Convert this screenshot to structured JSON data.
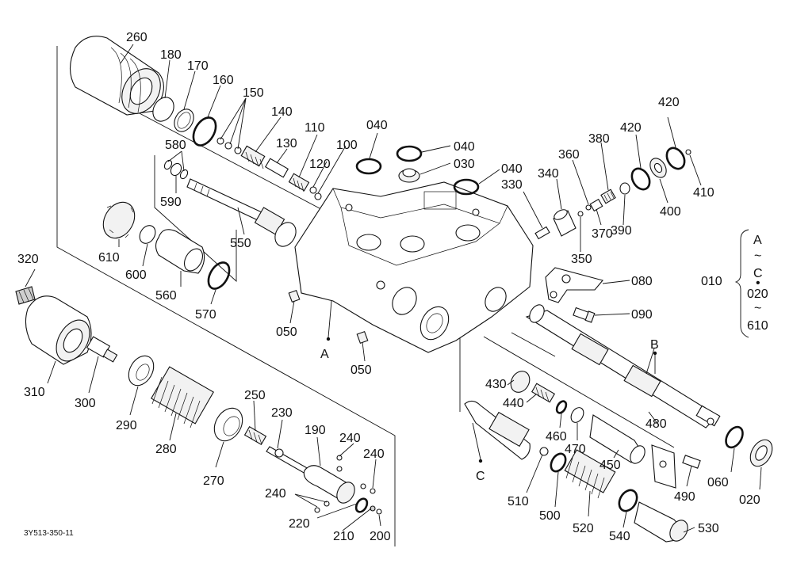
{
  "drawing_code": "3Y513-350-11",
  "labels": {
    "p010": "010",
    "p020": "020",
    "p030": "030",
    "p040": "040",
    "p050": "050",
    "p060": "060",
    "p080": "080",
    "p090": "090",
    "p100": "100",
    "p110": "110",
    "p120": "120",
    "p130": "130",
    "p140": "140",
    "p150": "150",
    "p160": "160",
    "p170": "170",
    "p180": "180",
    "p190": "190",
    "p200": "200",
    "p210": "210",
    "p220": "220",
    "p230": "230",
    "p240": "240",
    "p250": "250",
    "p260": "260",
    "p270": "270",
    "p280": "280",
    "p290": "290",
    "p300": "300",
    "p310": "310",
    "p320": "320",
    "p330": "330",
    "p340": "340",
    "p350": "350",
    "p360": "360",
    "p370": "370",
    "p380": "380",
    "p390": "390",
    "p400": "400",
    "p410": "410",
    "p420": "420",
    "p430": "430",
    "p440": "440",
    "p450": "450",
    "p460": "460",
    "p470": "470",
    "p480": "480",
    "p490": "490",
    "p500": "500",
    "p510": "510",
    "p520": "520",
    "p530": "530",
    "p540": "540",
    "p550": "550",
    "p560": "560",
    "p570": "570",
    "p580": "580",
    "p590": "590",
    "p600": "600",
    "p610": "610"
  },
  "refs": {
    "a": "A",
    "b": "B",
    "c": "C"
  },
  "range": {
    "start": "A",
    "mid": "C",
    "end1": "020",
    "end2": "610",
    "tilde": "~",
    "dot": "•"
  }
}
